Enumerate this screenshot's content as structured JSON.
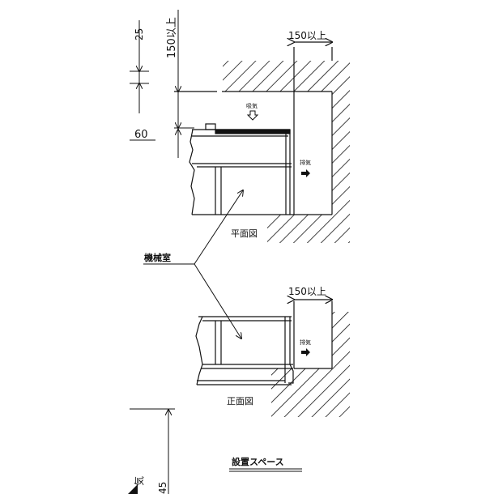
{
  "title": "設置スペース",
  "views": {
    "plan": "平面図",
    "front": "正面図"
  },
  "callout": "機械室",
  "airflow": {
    "intake": "吸気",
    "exhaust_plan": "排気",
    "exhaust_front": "排気"
  },
  "dimensions": {
    "left_small": "25",
    "left_offset": "60",
    "top_clearance": "150以上",
    "side_clearance_plan": "150以上",
    "side_clearance_front": "150以上",
    "bottom_partial": "45",
    "bottom_partial_label": "気"
  },
  "colors": {
    "line": "#111111",
    "background": "#ffffff"
  }
}
